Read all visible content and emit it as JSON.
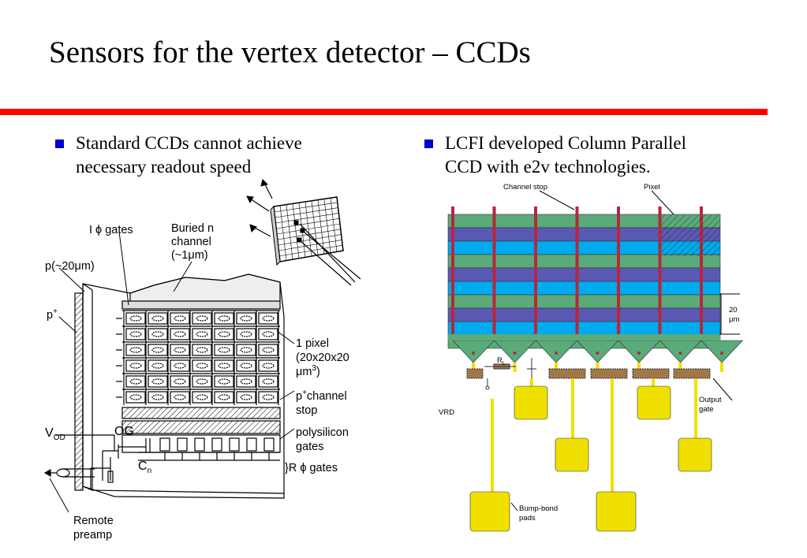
{
  "slide": {
    "title": "Sensors for the vertex detector – CCDs",
    "bullets": [
      {
        "l1": "Standard CCDs cannot achieve",
        "l2": "necessary readout speed"
      },
      {
        "l1": "LCFI developed Column Parallel",
        "l2": "CCD with e2v technologies."
      }
    ]
  },
  "left_fig": {
    "i_gates": "I ϕ gates",
    "buried": "Buried n",
    "buried2": "channel",
    "buried3": "(~1μm)",
    "p20": "p(~20μm)",
    "pplus": "p",
    "sup_plus": "+",
    "vod": "V",
    "vod_sub": "OD",
    "og": "OG",
    "cn": "C",
    "cn_sub": "n",
    "pixel1": "1 pixel",
    "pixel2": "(20x20x20",
    "pixel3": "μm",
    "pixel3b": "3",
    "pixel3c": ")",
    "pch1": "p",
    "pch1b": "+",
    "pch1c": "channel",
    "pch2": "stop",
    "poly1": "polysilicon",
    "poly2": "gates",
    "rgates": "}R ϕ gates",
    "remote1": "Remote",
    "remote2": "preamp"
  },
  "right_fig": {
    "channel_stop": "Channel stop",
    "pixel": "Pixel",
    "dim": "20",
    "dim_unit": "μm",
    "rl": "R",
    "rl_sub": "L",
    "vrd": "VRD",
    "output1": "Output",
    "output2": "gate",
    "bump1": "Bump-bond",
    "bump2": "pads"
  },
  "colors": {
    "rule": "#ff0000",
    "bullet": "#0000cc",
    "green": "#5aaa7a",
    "blue": "#5a5ab4",
    "cyan": "#00aaee",
    "red": "#b4283c",
    "yellow": "#f0e000",
    "brown": "#a07848"
  }
}
